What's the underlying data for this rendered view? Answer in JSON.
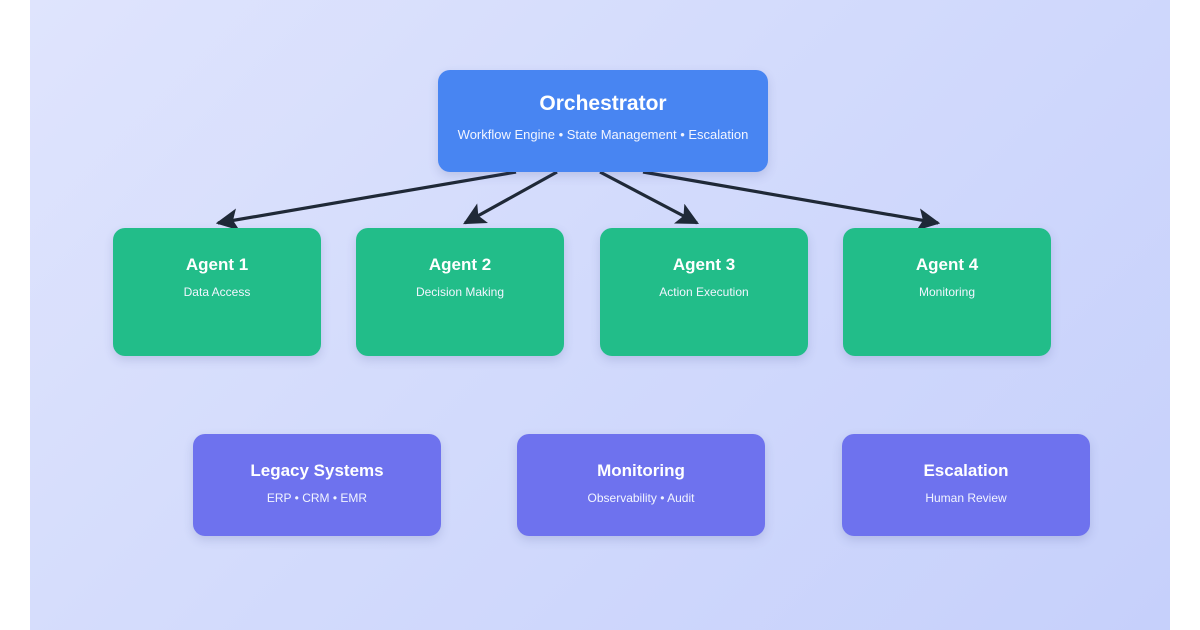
{
  "diagram": {
    "type": "orchestrator-agent-architecture",
    "background": {
      "canvas_color_start": "#dfe4fd",
      "canvas_color_end": "#c6d0fb",
      "page_color": "#ffffff"
    },
    "colors": {
      "orchestrator": "#4885f2",
      "agent": "#22bd89",
      "support": "#6e72ee",
      "edge": "#1f2937"
    },
    "orchestrator": {
      "title": "Orchestrator",
      "subtitle": "Workflow Engine • State Management • Escalation"
    },
    "agents": [
      {
        "title": "Agent 1",
        "subtitle": "Data Access"
      },
      {
        "title": "Agent 2",
        "subtitle": "Decision Making"
      },
      {
        "title": "Agent 3",
        "subtitle": "Action Execution"
      },
      {
        "title": "Agent 4",
        "subtitle": "Monitoring"
      }
    ],
    "support": [
      {
        "title": "Legacy Systems",
        "subtitle": "ERP • CRM • EMR"
      },
      {
        "title": "Monitoring",
        "subtitle": "Observability • Audit"
      },
      {
        "title": "Escalation",
        "subtitle": "Human Review"
      }
    ],
    "edges": [
      {
        "from": "orchestrator",
        "to": "Agent 1"
      },
      {
        "from": "orchestrator",
        "to": "Agent 2"
      },
      {
        "from": "orchestrator",
        "to": "Agent 3"
      },
      {
        "from": "orchestrator",
        "to": "Agent 4"
      }
    ]
  }
}
